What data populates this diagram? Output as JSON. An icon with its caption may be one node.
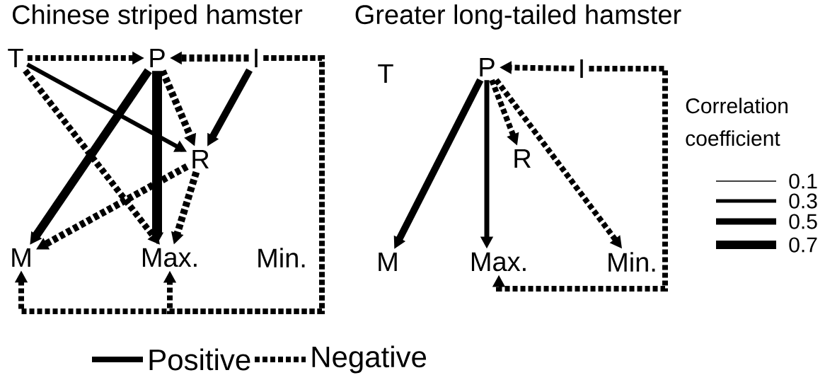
{
  "diagram": {
    "nodes": [
      {
        "text": [
          "T"
        ]
      },
      {
        "text": [
          "P"
        ]
      },
      {
        "text": [
          "I"
        ]
      },
      {
        "text": [
          "R"
        ]
      },
      {
        "text": [
          "M"
        ]
      },
      {
        "text": [
          "Max."
        ]
      },
      {
        "text": [
          "Min."
        ]
      },
      {
        "text": [
          "T"
        ]
      },
      {
        "text": [
          "P"
        ]
      },
      {
        "text": [
          "I"
        ]
      },
      {
        "text": [
          "R"
        ]
      },
      {
        "text": [
          "M"
        ]
      },
      {
        "text": [
          "Max."
        ]
      },
      {
        "text": [
          "Min."
        ]
      }
    ],
    "edges": [
      {
        "from": 0,
        "to": 1,
        "arrow": "to",
        "style": "dashed"
      },
      {
        "from": 2,
        "to": 1,
        "arrow": "to",
        "style": "dashed"
      },
      {
        "from": 0,
        "to": 3,
        "arrow": "to"
      },
      {
        "from": 0,
        "to": 5,
        "arrow": "to",
        "style": "dashed"
      },
      {
        "from": 1,
        "to": 4,
        "arrow": "to"
      },
      {
        "from": 1,
        "to": 5,
        "arrow": "to"
      },
      {
        "from": 1,
        "to": 3,
        "arrow": "to",
        "style": "dashed"
      },
      {
        "from": 2,
        "to": 3,
        "arrow": "to"
      },
      {
        "from": 3,
        "to": 4,
        "arrow": "to",
        "style": "dashed"
      },
      {
        "from": 3,
        "to": 5,
        "arrow": "to",
        "style": "dashed"
      },
      {
        "from": 2,
        "to": 4,
        "arrow": "to",
        "style": "dashed"
      },
      {
        "from": 2,
        "to": 5,
        "arrow": "to",
        "style": "dashed"
      },
      {
        "from": 9,
        "to": 8,
        "arrow": "to",
        "style": "dashed"
      },
      {
        "from": 8,
        "to": 11,
        "arrow": "to"
      },
      {
        "from": 8,
        "to": 12,
        "arrow": "to"
      },
      {
        "from": 8,
        "to": 10,
        "arrow": "to",
        "style": "dashed"
      },
      {
        "from": 8,
        "to": 13,
        "arrow": "to",
        "style": "dashed"
      },
      {
        "from": 9,
        "to": 12,
        "arrow": "to",
        "style": "dashed"
      }
    ],
    "labels": [
      "Chinese striped hamster",
      "Greater long-tailed hamster",
      "Correlation coefficient"
    ],
    "legend": [
      {
        "text": "0.1"
      },
      {
        "text": "0.3"
      },
      {
        "text": "0.5"
      },
      {
        "text": "0.7"
      },
      {
        "text": "Positive"
      },
      {
        "text": "Negative"
      }
    ]
  }
}
